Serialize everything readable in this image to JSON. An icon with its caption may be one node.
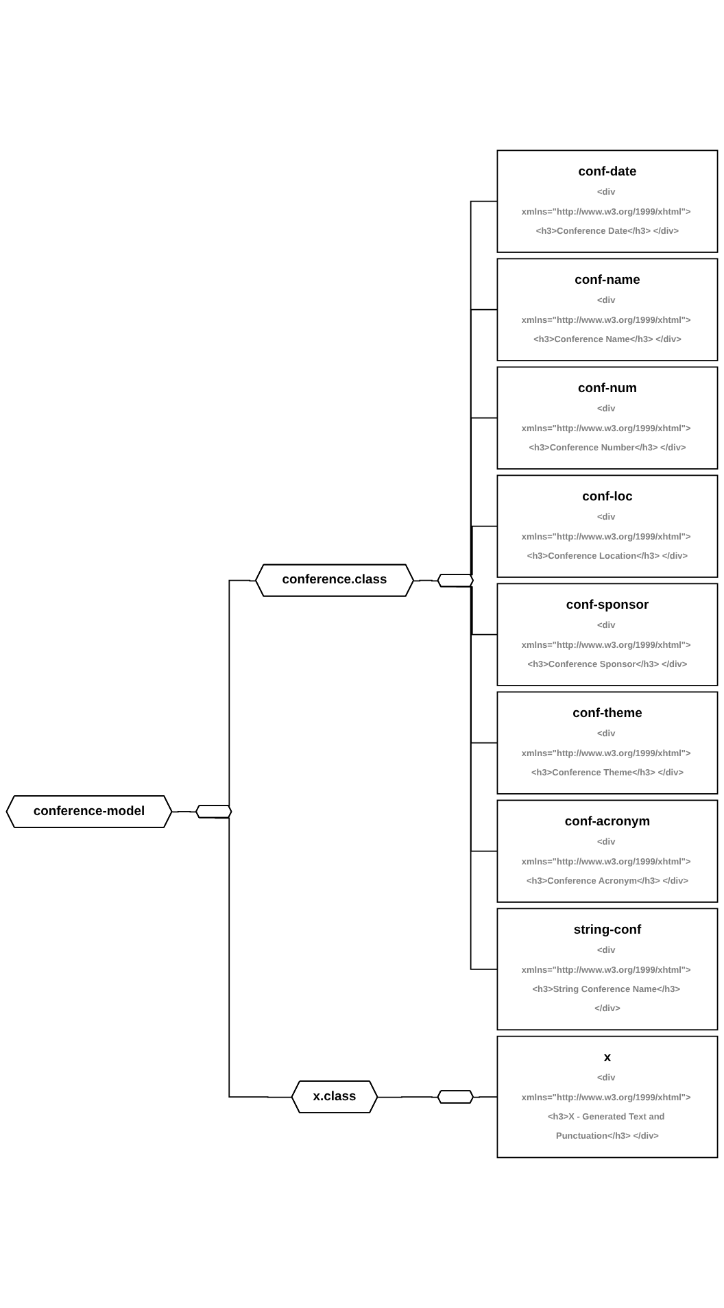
{
  "diagram": {
    "nodes": [
      {
        "text": [
          "conference-model"
        ]
      },
      {
        "text": [],
        "shape": "octagon"
      },
      {
        "text": [
          "conference.class"
        ]
      },
      {
        "text": [],
        "shape": "octagon"
      },
      {
        "text": [
          "conf-date",
          "<div xmlns=\"http://www.w3.org/1999/xhtml\"> <h3>Conference Date</h3> </div>"
        ]
      },
      {
        "text": [
          "conf-name",
          "<div xmlns=\"http://www.w3.org/1999/xhtml\"> <h3>Conference Name</h3> </div>"
        ]
      },
      {
        "text": [
          "conf-num",
          "<div xmlns=\"http://www.w3.org/1999/xhtml\"> <h3>Conference Number</h3> </div>"
        ]
      },
      {
        "text": [
          "conf-loc",
          "<div xmlns=\"http://www.w3.org/1999/xhtml\"> <h3>Conference Location</h3> </div>"
        ]
      },
      {
        "text": [
          "conf-sponsor",
          "<div xmlns=\"http://www.w3.org/1999/xhtml\"> <h3>Conference Sponsor</h3> </div>"
        ]
      },
      {
        "text": [
          "conf-theme",
          "<div xmlns=\"http://www.w3.org/1999/xhtml\"> <h3>Conference Theme</h3> </div>"
        ]
      },
      {
        "text": [
          "conf-acronym",
          "<div xmlns=\"http://www.w3.org/1999/xhtml\"> <h3>Conference Acronym</h3> </div>"
        ]
      },
      {
        "text": [
          "string-conf",
          "<div xmlns=\"http://www.w3.org/1999/xhtml\"> <h3>String Conference Name</h3> </div>"
        ]
      },
      {
        "text": [
          "x.class"
        ]
      },
      {
        "text": [],
        "shape": "octagon"
      },
      {
        "text": [
          "x",
          "<div xmlns=\"http://www.w3.org/1999/xhtml\"> <h3>X - Generated Text and Punctuation</h3> </div>"
        ]
      }
    ],
    "edges": [
      {
        "from": 0,
        "to": 1,
        "arrow": "none"
      },
      {
        "from": 1,
        "to": 2,
        "arrow": "none"
      },
      {
        "from": 1,
        "to": 12,
        "arrow": "none"
      },
      {
        "from": 2,
        "to": 3,
        "arrow": "none"
      },
      {
        "from": 3,
        "to": 4,
        "arrow": "none"
      },
      {
        "from": 3,
        "to": 5,
        "arrow": "none"
      },
      {
        "from": 3,
        "to": 6,
        "arrow": "none"
      },
      {
        "from": 3,
        "to": 7,
        "arrow": "none"
      },
      {
        "from": 3,
        "to": 8,
        "arrow": "none"
      },
      {
        "from": 3,
        "to": 9,
        "arrow": "none"
      },
      {
        "from": 3,
        "to": 10,
        "arrow": "none"
      },
      {
        "from": 3,
        "to": 11,
        "arrow": "none"
      },
      {
        "from": 12,
        "to": 13,
        "arrow": "none"
      },
      {
        "from": 13,
        "to": 14,
        "arrow": "none"
      }
    ]
  }
}
